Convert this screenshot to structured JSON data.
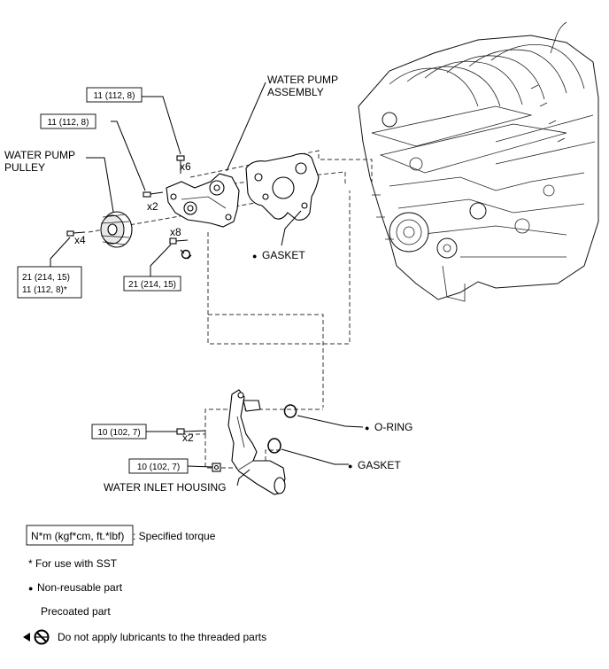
{
  "labels": {
    "water_pump_pulley_line1": "WATER PUMP",
    "water_pump_pulley_line2": "PULLEY",
    "water_pump_assembly_line1": "WATER PUMP",
    "water_pump_assembly_line2": "ASSEMBLY",
    "gasket_upper": "GASKET",
    "o_ring": "O-RING",
    "gasket_lower": "GASKET",
    "water_inlet_housing": "WATER INLET HOUSING"
  },
  "quantities": {
    "top_bolt": "x6",
    "mid_bolt": "x2",
    "pulley_bolt": "x4",
    "lower_bolt": "x8",
    "inlet_bolt": "x2"
  },
  "torques": {
    "top": "11 (112, 8)",
    "mid": "11 (112, 8)",
    "pulley_line1": "21 (214, 15)",
    "pulley_line2": "11 (112, 8)*",
    "lower": "21 (214, 15)",
    "inlet_bolt": "10 (102, 7)",
    "inlet_nut": "10 (102, 7)"
  },
  "legend": {
    "torque_unit": "N*m (kgf*cm, ft.*lbf)",
    "torque_desc": ": Specified torque",
    "sst": "* For use with SST",
    "non_reusable": "Non-reusable part",
    "precoated": "Precoated part",
    "no_lube": "Do not apply lubricants to the threaded parts"
  },
  "symbols": {
    "bullet": "●"
  },
  "colors": {
    "line": "#000000",
    "background": "#ffffff"
  }
}
